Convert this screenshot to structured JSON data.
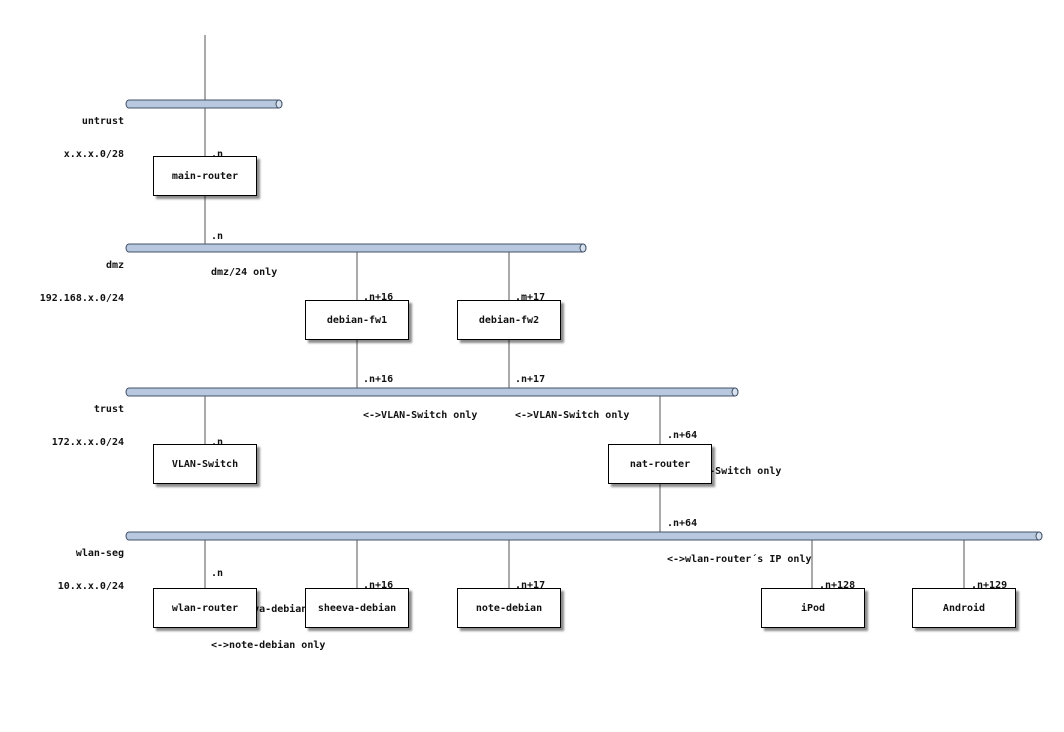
{
  "networks": {
    "untrust": {
      "name": "untrust",
      "addr": "x.x.x.0/28"
    },
    "dmz": {
      "name": "dmz",
      "addr": "192.168.x.0/24"
    },
    "trust": {
      "name": "trust",
      "addr": "172.x.x.0/24"
    },
    "wlan": {
      "name": "wlan-seg",
      "addr": "10.x.x.0/24"
    }
  },
  "nodes": {
    "main_router": "main-router",
    "debian_fw1": "debian-fw1",
    "debian_fw2": "debian-fw2",
    "vlan_switch": "VLAN-Switch",
    "nat_router": "nat-router",
    "wlan_router": "wlan-router",
    "sheeva_debian": "sheeva-debian",
    "note_debian": "note-debian",
    "ipod": "iPod",
    "android": "Android"
  },
  "links": {
    "main_untrust": [
      ".n"
    ],
    "main_dmz": [
      ".n",
      "dmz/24 only"
    ],
    "fw1_dmz": [
      ".n+16"
    ],
    "fw2_dmz": [
      ".m+17"
    ],
    "fw1_trust": [
      ".n+16",
      "<->VLAN-Switch only"
    ],
    "fw2_trust": [
      ".n+17",
      "<->VLAN-Switch only"
    ],
    "vlan_trust": [
      ".n"
    ],
    "nat_trust": [
      ".n+64",
      "<->VLAN-Switch only"
    ],
    "nat_wlan": [
      ".n+64",
      "<->wlan-router´s IP only"
    ],
    "wlanrouter_wlan": [
      ".n",
      "<->sheeva-debian only",
      "<->note-debian only"
    ],
    "sheeva_wlan": [
      ".n+16"
    ],
    "note_wlan": [
      ".n+17"
    ],
    "ipod_wlan": [
      ".n+128"
    ],
    "android_wlan": [
      ".n+129"
    ]
  },
  "colors": {
    "bus_fill": "#b8c8de",
    "bus_stroke": "#44526a",
    "line": "#555555"
  }
}
